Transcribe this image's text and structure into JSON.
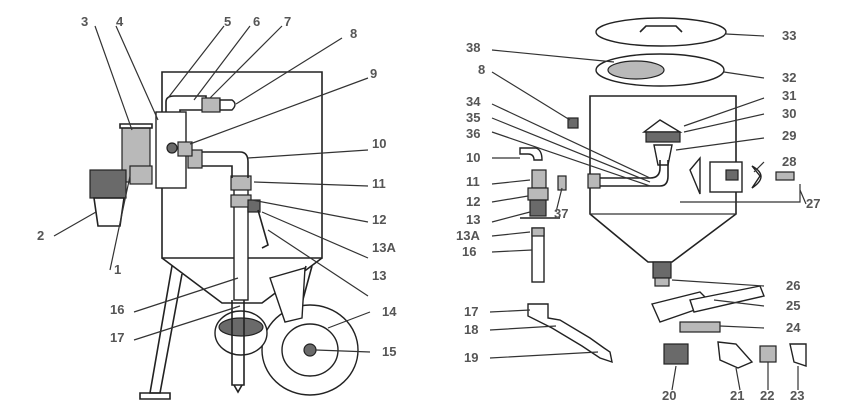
{
  "left_view": {
    "labels": [
      "3",
      "4",
      "5",
      "6",
      "7",
      "8",
      "9",
      "10",
      "11",
      "12",
      "13A",
      "13",
      "14",
      "15",
      "16",
      "17",
      "2",
      "1"
    ]
  },
  "right_view": {
    "labels": [
      "33",
      "38",
      "32",
      "8",
      "31",
      "30",
      "34",
      "35",
      "36",
      "29",
      "10",
      "28",
      "11",
      "37",
      "27",
      "12",
      "13",
      "13A",
      "16",
      "26",
      "17",
      "25",
      "18",
      "24",
      "19",
      "20",
      "21",
      "22",
      "23"
    ]
  }
}
